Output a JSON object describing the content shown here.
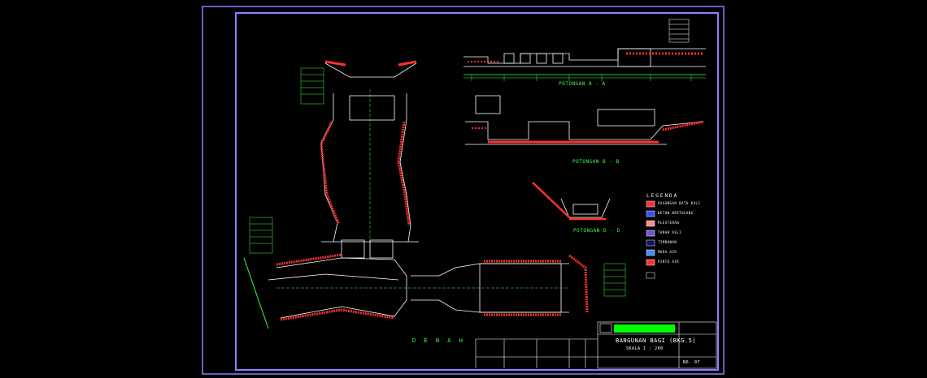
{
  "drawing": {
    "plan_title": "D E N A H",
    "section_a": "POTONGAN A - A",
    "section_b": "POTONGAN B - B",
    "section_d": "POTONGAN D - D",
    "title_block": {
      "drawing_title": "BANGUNAN BAGI (BKG.5)",
      "scale": "SKALA 1 : 200",
      "sheet_no": "NO. 07"
    },
    "legend": {
      "heading": "LEGENDA",
      "items": [
        "PASANGAN BATU KALI",
        "BETON BERTULANG",
        "PLESTERAN",
        "TANAH ASLI",
        "TIMBUNAN",
        "MUKA AIR",
        "PINTU AIR"
      ]
    },
    "colors": {
      "frame": "#8f7dff",
      "linework": "#ffffff",
      "annotation": "#3cff3c",
      "hatch": "#ff3030",
      "fill_green": "#00ff00"
    }
  }
}
